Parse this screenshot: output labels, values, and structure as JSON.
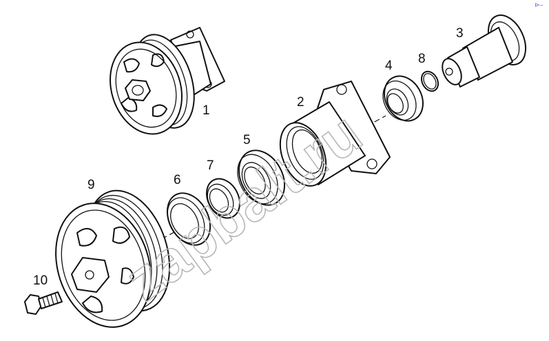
{
  "watermark": "zapbalt.ru",
  "corner_mark": "⊳–",
  "callouts": [
    {
      "id": "callout-1",
      "label": "1"
    },
    {
      "id": "callout-2",
      "label": "2"
    },
    {
      "id": "callout-3",
      "label": "3"
    },
    {
      "id": "callout-4",
      "label": "4"
    },
    {
      "id": "callout-5",
      "label": "5"
    },
    {
      "id": "callout-6",
      "label": "6"
    },
    {
      "id": "callout-7",
      "label": "7"
    },
    {
      "id": "callout-8",
      "label": "8"
    },
    {
      "id": "callout-9",
      "label": "9"
    },
    {
      "id": "callout-10",
      "label": "10"
    }
  ]
}
